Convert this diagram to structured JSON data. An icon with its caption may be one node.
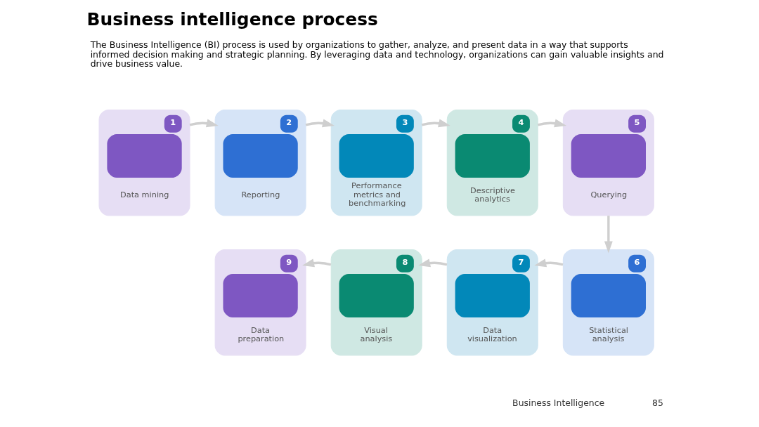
{
  "diagram": {
    "title": "Business intelligence process",
    "nodes": [
      {
        "text": [
          "1",
          "Data mining"
        ]
      },
      {
        "text": [
          "2",
          "Reporting"
        ]
      },
      {
        "text": [
          "3",
          "Performance metrics and benchmarking"
        ]
      },
      {
        "text": [
          "4",
          "Descriptive analytics"
        ]
      },
      {
        "text": [
          "5",
          "Querying"
        ]
      },
      {
        "text": [
          "6",
          "Statistical analysis"
        ]
      },
      {
        "text": [
          "7",
          "Data visualization"
        ]
      },
      {
        "text": [
          "8",
          "Visual analysis"
        ]
      },
      {
        "text": [
          "9",
          "Data preparation"
        ]
      }
    ],
    "edges": [
      {
        "from": 0,
        "to": 1,
        "arrow": "to"
      },
      {
        "from": 1,
        "to": 2,
        "arrow": "to"
      },
      {
        "from": 2,
        "to": 3,
        "arrow": "to"
      },
      {
        "from": 3,
        "to": 4,
        "arrow": "to"
      },
      {
        "from": 4,
        "to": 5,
        "arrow": "to"
      },
      {
        "from": 5,
        "to": 6,
        "arrow": "to"
      },
      {
        "from": 6,
        "to": 7,
        "arrow": "to"
      },
      {
        "from": 7,
        "to": 8,
        "arrow": "to"
      }
    ],
    "labels": [
      "The Business Intelligence (BI) process is used by organizations to gather, analyze, and present data in a way that supports informed decision making and strategic planning. By leveraging data and technology, organizations can gain valuable insights and drive business value.",
      "Business Intelligence",
      "85"
    ]
  }
}
